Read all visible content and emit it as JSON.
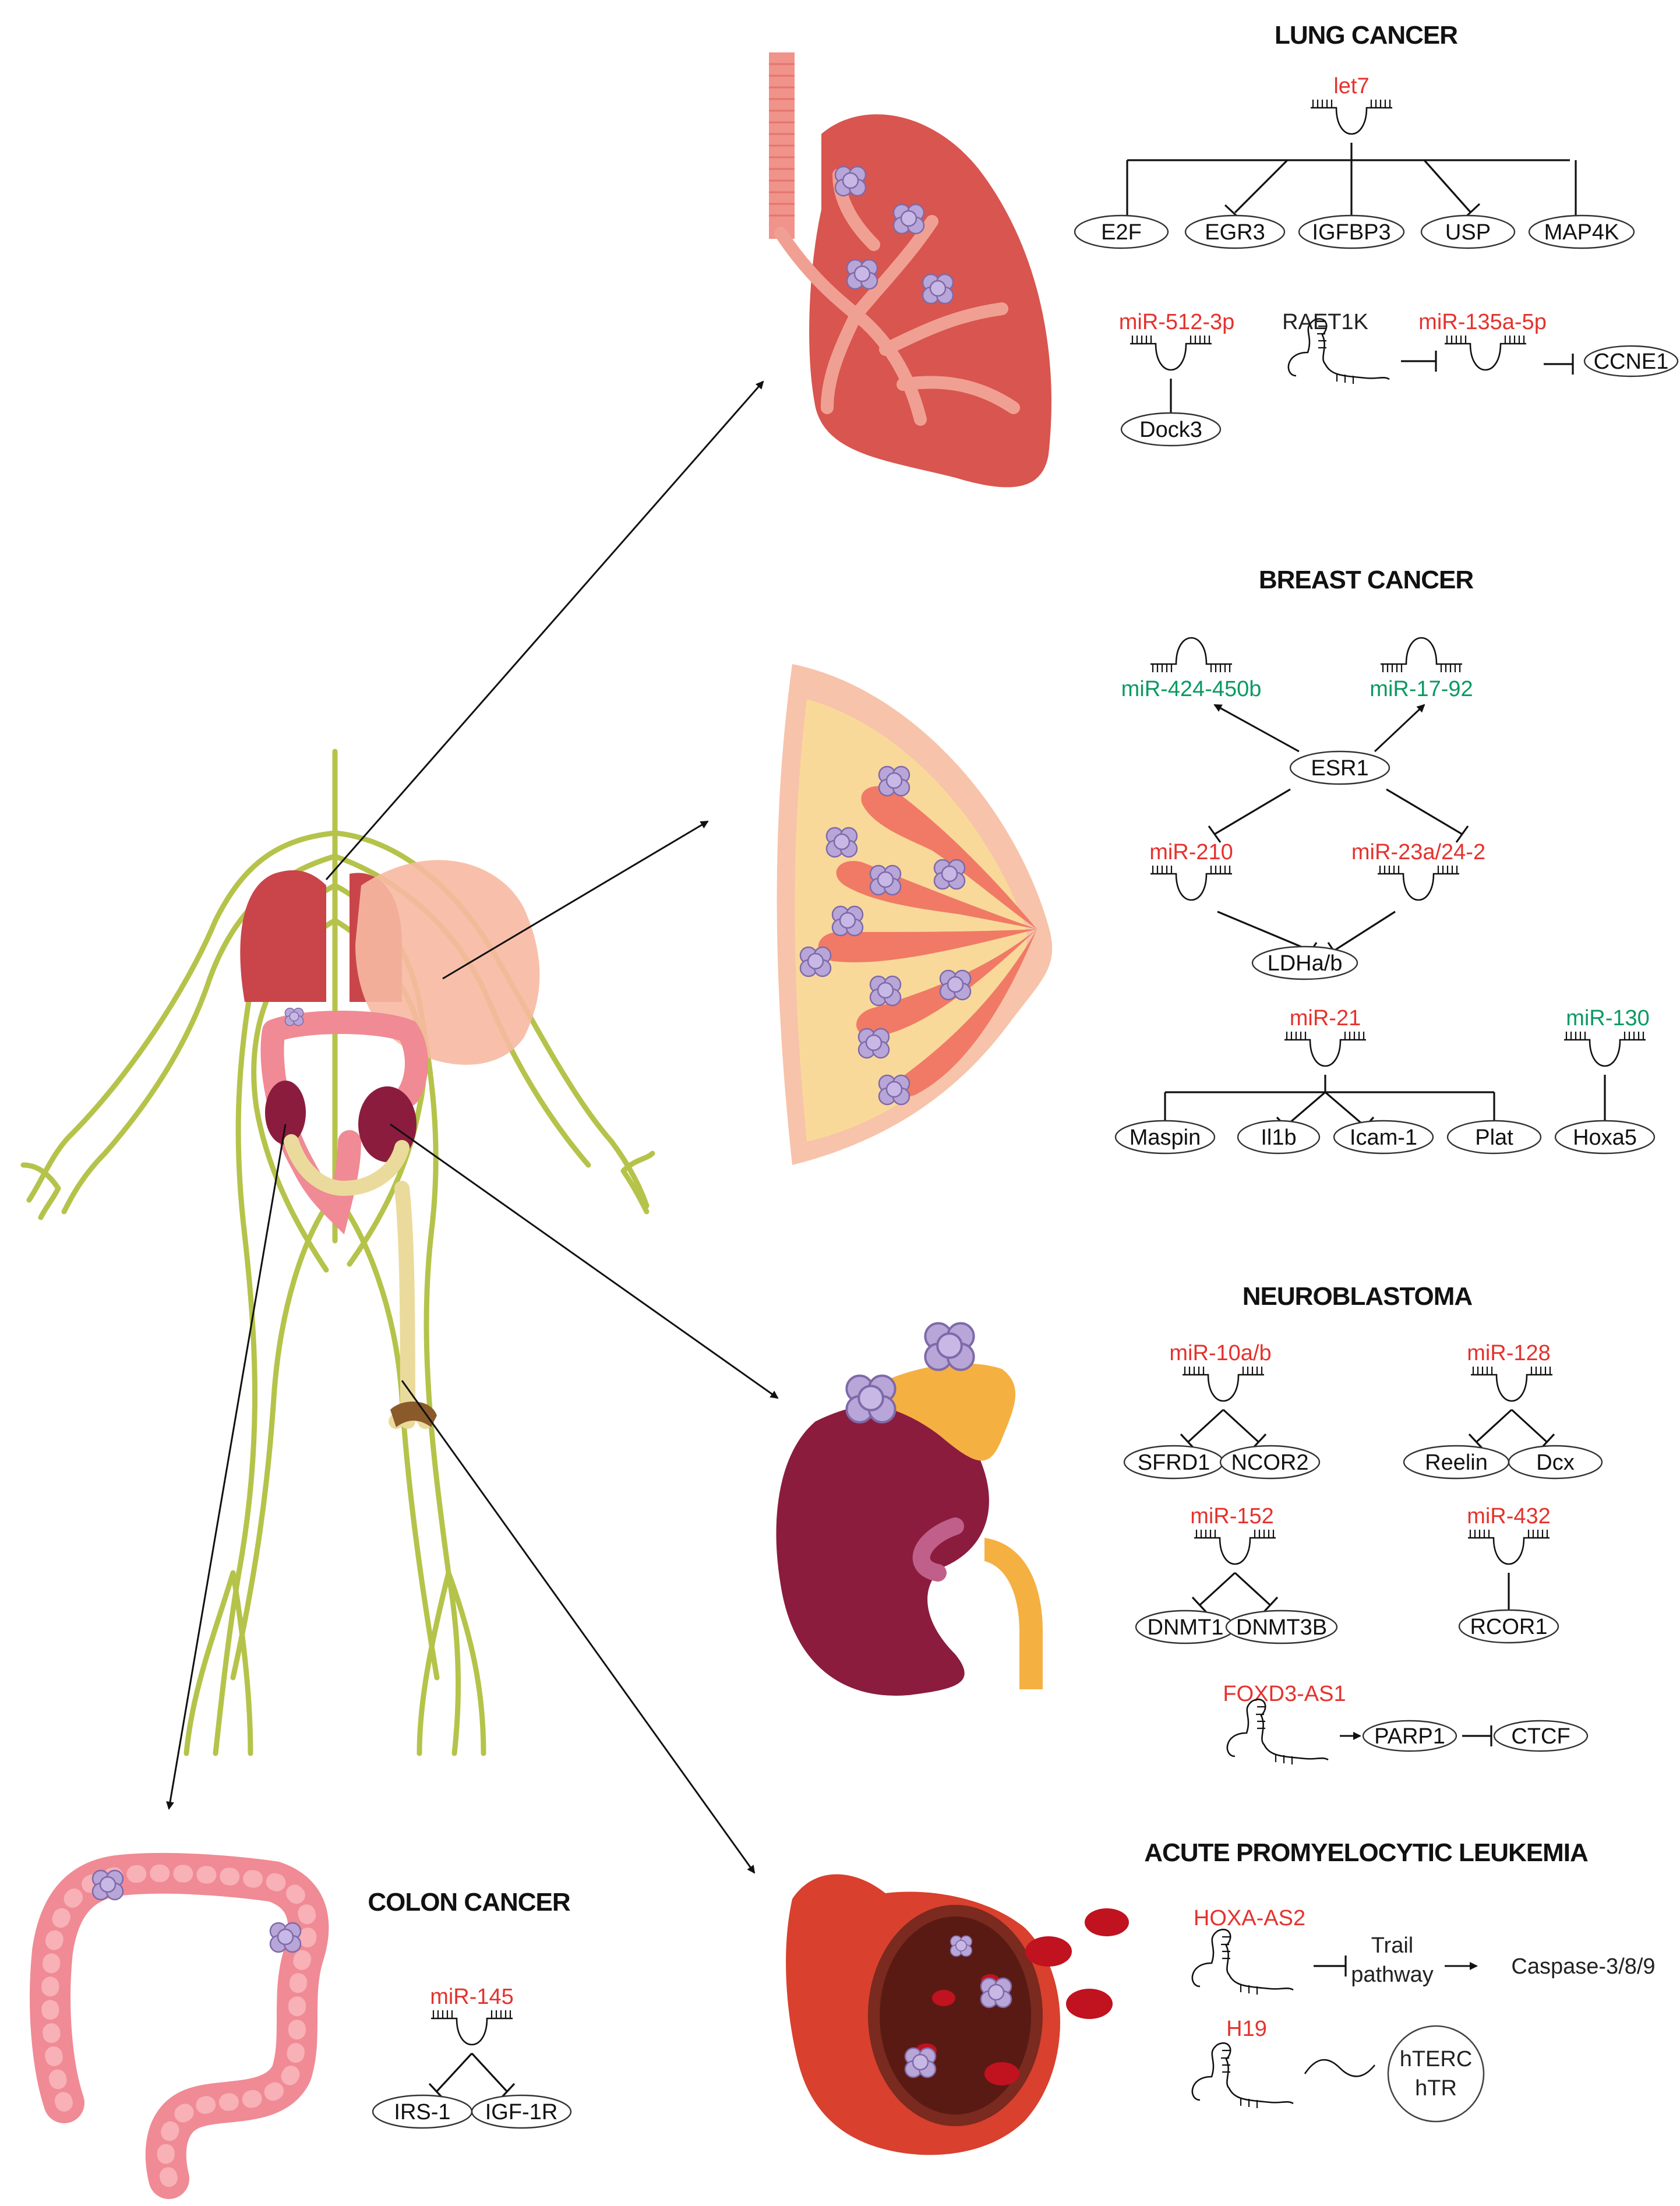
{
  "lung": {
    "title": "LUNG CANCER",
    "let7": "let7",
    "genes": [
      "E2F",
      "EGR3",
      "IGFBP3",
      "USP",
      "MAP4K"
    ],
    "mir512": "miR-512-3p",
    "raet1k": "RAET1K",
    "mir135": "miR-135a-5p",
    "dock3": "Dock3",
    "ccne1": "CCNE1"
  },
  "breast": {
    "title": "BREAST CANCER",
    "mir424": "miR-424-450b",
    "mir17": "miR-17-92",
    "esr1": "ESR1",
    "mir210": "miR-210",
    "mir23": "miR-23a/24-2",
    "ldha": "LDHa/b",
    "mir21": "miR-21",
    "mir130": "miR-130",
    "genes21": [
      "Maspin",
      "Il1b",
      "Icam-1",
      "Plat"
    ],
    "hoxa5": "Hoxa5"
  },
  "neuro": {
    "title": "NEUROBLASTOMA",
    "mir10": "miR-10a/b",
    "mir128": "miR-128",
    "sfrd1": "SFRD1",
    "ncor2": "NCOR2",
    "reelin": "Reelin",
    "dcx": "Dcx",
    "mir152": "miR-152",
    "mir432": "miR-432",
    "dnmt1": "DNMT1",
    "dnmt3b": "DNMT3B",
    "rcor1": "RCOR1",
    "foxd3": "FOXD3-AS1",
    "parp1": "PARP1",
    "ctcf": "CTCF"
  },
  "apl": {
    "title": "ACUTE PROMYELOCYTIC LEUKEMIA",
    "hoxa_as2": "HOXA-AS2",
    "trail1": "Trail",
    "trail2": "pathway",
    "caspase": "Caspase-3/8/9",
    "h19": "H19",
    "hterc1": "hTERC",
    "hterc2": "hTR"
  },
  "colon": {
    "title": "COLON CANCER",
    "mir145": "miR-145",
    "irs1": "IRS-1",
    "igf1r": "IGF-1R"
  },
  "colors": {
    "upregulated_text": "#e5322d",
    "downregulated_text": "#0a9a63",
    "lung": "#d9554f",
    "breast_fill": "#f9d99a",
    "kidney": "#8b1c3e",
    "colon": "#f08a94",
    "nerve": "#b5c34a"
  }
}
